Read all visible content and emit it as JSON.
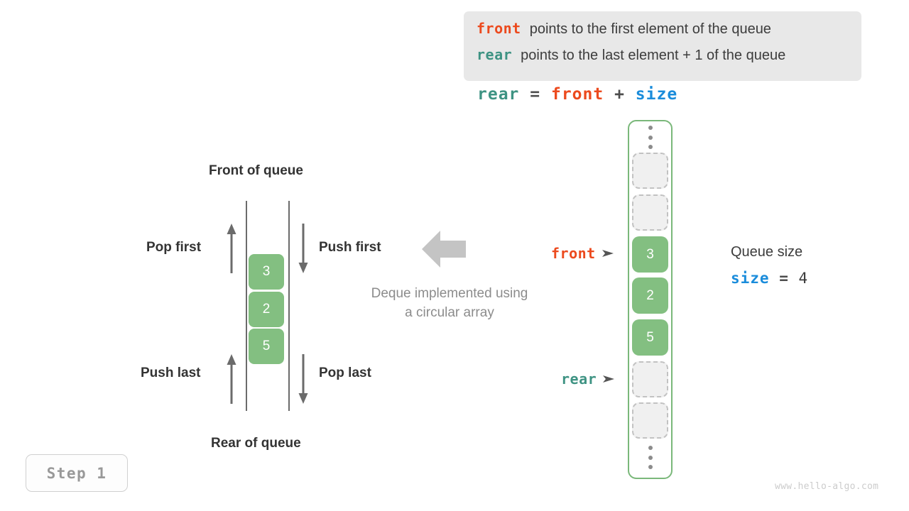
{
  "legend": {
    "rows": [
      {
        "key": "front",
        "key_color": "#ec4a1e",
        "text": "points to the first element of the queue"
      },
      {
        "key": "rear",
        "key_color": "#3e9383",
        "text": "points to the last element + 1 of the queue"
      }
    ]
  },
  "formula": {
    "lhs": "rear",
    "eq": "=",
    "rhs1": "front",
    "plus": "+",
    "rhs2": "size"
  },
  "deque_diagram": {
    "top_label": "Front of queue",
    "bottom_label": "Rear of queue",
    "operations": {
      "pop_first": "Pop first",
      "push_first": "Push first",
      "push_last": "Push last",
      "pop_last": "Pop last"
    },
    "cells": [
      "3",
      "2",
      "5"
    ],
    "caption_line1": "Deque implemented using",
    "caption_line2": "a circular array"
  },
  "array": {
    "top_ellipsis": "vertical-ellipsis",
    "bottom_ellipsis": "vertical-ellipsis",
    "slots": [
      {
        "state": "empty",
        "value": ""
      },
      {
        "state": "empty",
        "value": ""
      },
      {
        "state": "filled",
        "value": "3"
      },
      {
        "state": "filled",
        "value": "2"
      },
      {
        "state": "filled",
        "value": "5"
      },
      {
        "state": "empty",
        "value": ""
      },
      {
        "state": "empty",
        "value": ""
      }
    ],
    "pointers": {
      "front": "front",
      "rear": "rear"
    }
  },
  "size_info": {
    "label": "Queue size",
    "var": "size",
    "eq": "=",
    "value": "4"
  },
  "step_badge": "Step 1",
  "watermark": "www.hello-algo.com",
  "colors": {
    "front": "#ec4a1e",
    "rear": "#3e9383",
    "size": "#1a8cdb",
    "cell_fill": "#83bf81",
    "container_border": "#7ab87a",
    "legend_bg": "#e8e8e8",
    "muted_text": "#8c8c8c"
  }
}
